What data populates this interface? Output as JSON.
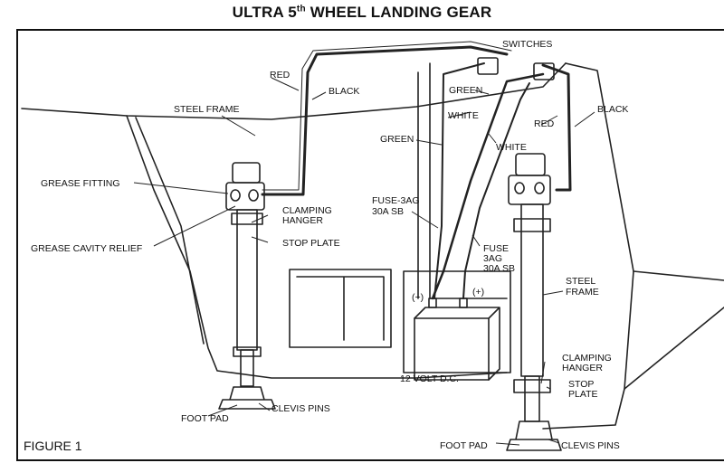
{
  "title": {
    "text": "ULTRA 5",
    "sup": "th",
    "rest": " WHEEL LANDING GEAR"
  },
  "figure_label": "FIGURE 1",
  "labels": {
    "switches": "SWITCHES",
    "red_left": "RED",
    "black_left": "BLACK",
    "steel_frame_left": "STEEL FRAME",
    "green_top": "GREEN",
    "white_top": "WHITE",
    "green_mid": "GREEN",
    "white_mid": "WHITE",
    "red_right": "RED",
    "black_right": "BLACK",
    "grease_fitting": "GREASE FITTING",
    "clamping_hanger_left_1": "CLAMPING",
    "clamping_hanger_left_2": "HANGER",
    "fuse_left_1": "FUSE-3AG",
    "fuse_left_2": "30A SB",
    "stop_plate_left": "STOP PLATE",
    "grease_cavity_relief": "GREASE CAVITY RELIEF",
    "fuse_right_1": "FUSE",
    "fuse_right_2": "3AG",
    "fuse_right_3": "30A SB",
    "steel_frame_right_1": "STEEL",
    "steel_frame_right_2": "FRAME",
    "minus": "(−)",
    "plus": "(+)",
    "battery": "12 VOLT D.C.",
    "clamping_hanger_right_1": "CLAMPING",
    "clamping_hanger_right_2": "HANGER",
    "stop_plate_right_1": "STOP",
    "stop_plate_right_2": "PLATE",
    "clevis_pins_left": "CLEVIS PINS",
    "foot_pad_left": "FOOT PAD",
    "foot_pad_right": "FOOT PAD",
    "clevis_pins_right": "CLEVIS PINS"
  }
}
